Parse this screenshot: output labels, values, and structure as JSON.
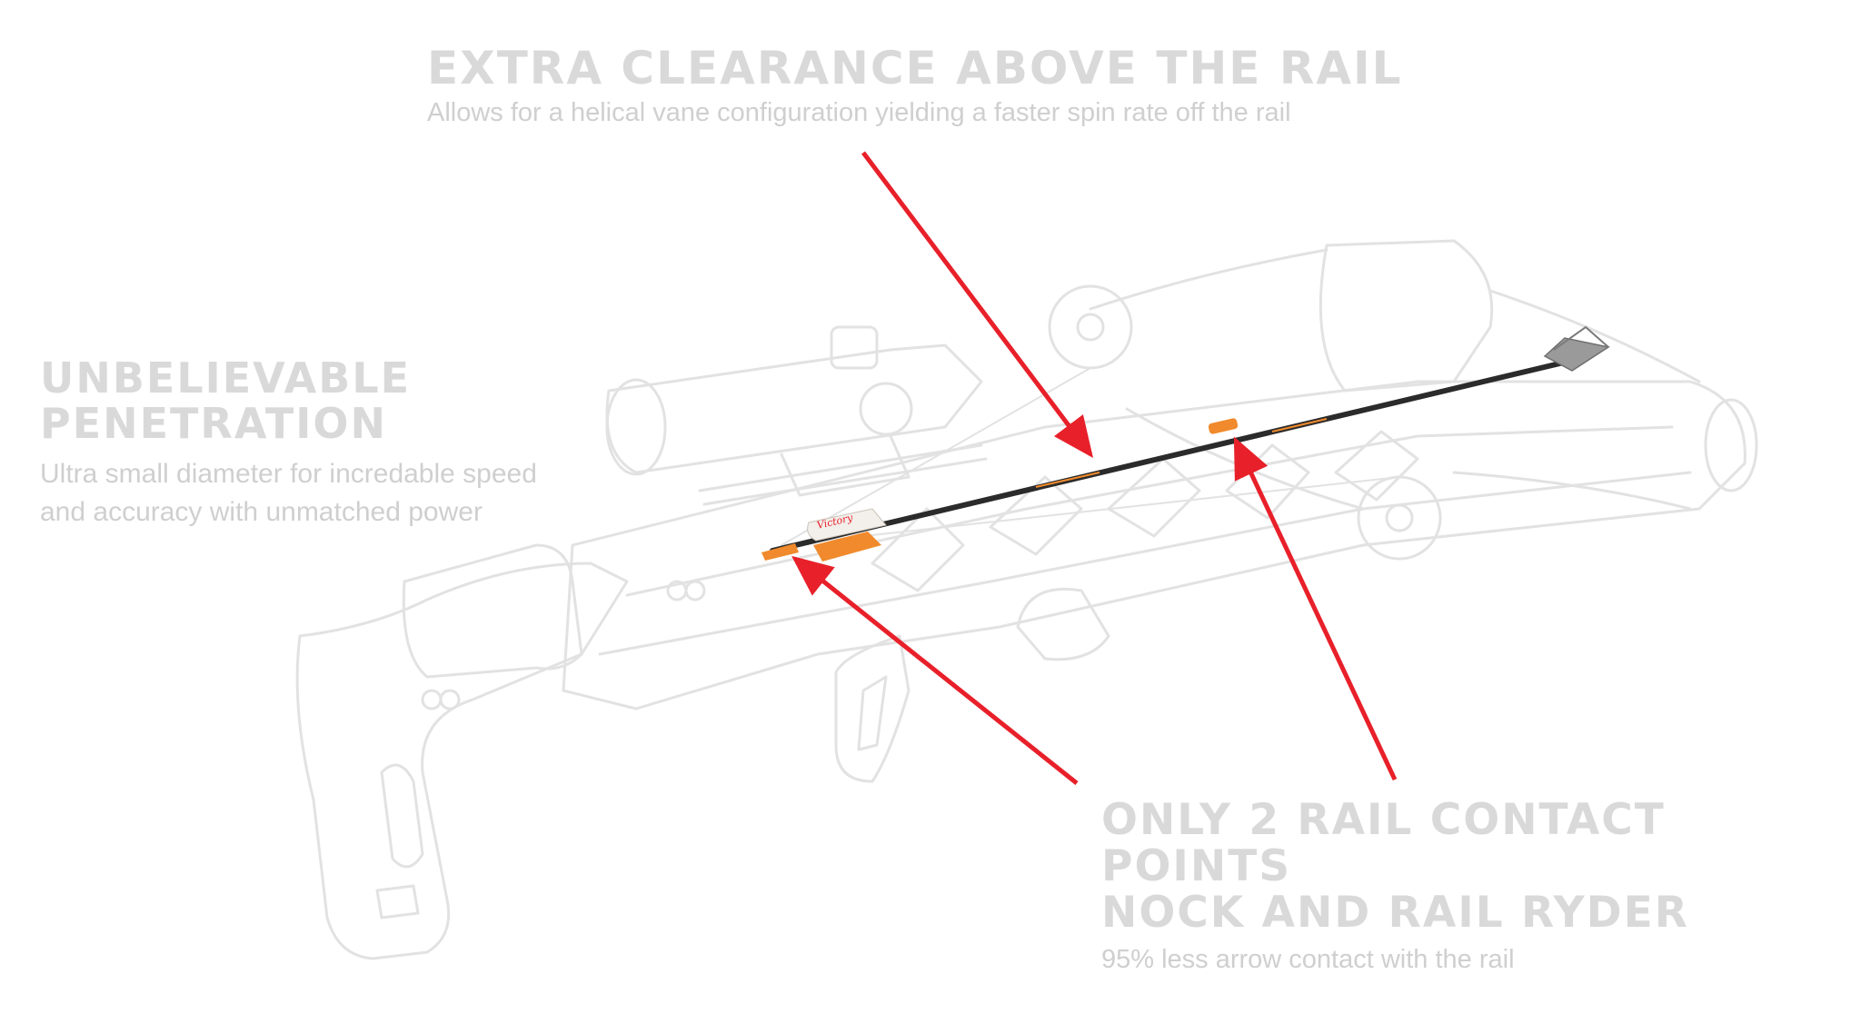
{
  "callouts": {
    "clearance": {
      "title": "EXTRA CLEARANCE ABOVE THE RAIL",
      "text": "Allows for a helical vane configuration yielding a faster spin rate off the rail"
    },
    "penetration": {
      "title_line1": "UNBELIEVABLE",
      "title_line2": "PENETRATION",
      "text": "Ultra small diameter for incredable speed and accuracy with unmatched power"
    },
    "contact": {
      "title_line1": "ONLY 2 RAIL CONTACT POINTS",
      "title_line2": "NOCK AND RAIL RYDER",
      "text": "95% less arrow contact with the rail"
    }
  },
  "arrow": {
    "vane_label": "Victory"
  },
  "colors": {
    "pointer_red": "#e8202a",
    "outline_gray": "#e2e2e2",
    "text_gray": "#d9d9d9",
    "shaft_dark": "#2b2b2b",
    "accent_orange": "#f08a2c"
  }
}
